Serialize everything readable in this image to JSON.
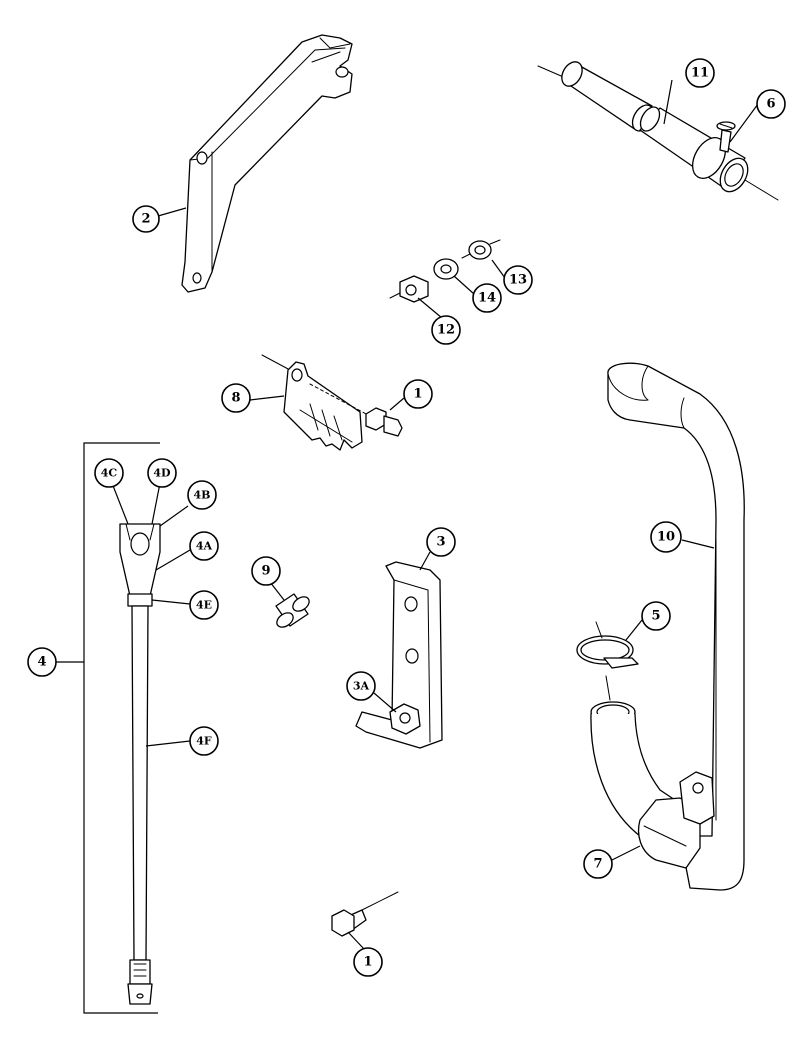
{
  "callouts": {
    "c1_top": "1",
    "c1_bottom": "1",
    "c2": "2",
    "c3": "3",
    "c3a": "3A",
    "c4": "4",
    "c4a": "4A",
    "c4b": "4B",
    "c4c": "4C",
    "c4d": "4D",
    "c4e": "4E",
    "c4f": "4F",
    "c5": "5",
    "c6": "6",
    "c7": "7",
    "c8": "8",
    "c9": "9",
    "c10": "10",
    "c11": "11",
    "c12": "12",
    "c13": "13",
    "c14": "14"
  }
}
